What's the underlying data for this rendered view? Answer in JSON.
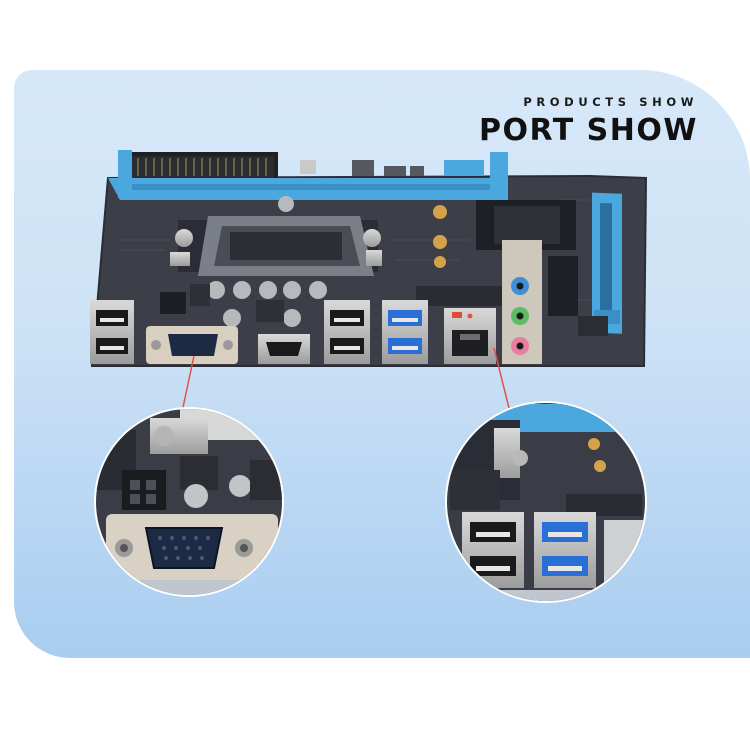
{
  "header": {
    "subtitle": "PRODUCTS SHOW",
    "title": "PORT SHOW"
  },
  "colors": {
    "panel": "#cfe3f6",
    "board": "#3c3f48",
    "slot_blue": "#4aa8df",
    "callout_line": "#e0524a",
    "audio_blue": "#3f8fd8",
    "audio_green": "#5dbb63",
    "audio_pink": "#e67ea0"
  },
  "icons": [
    "vga-port",
    "hdmi-port",
    "usb-port",
    "usb3-port",
    "ethernet-port",
    "audio-jack",
    "cpu-socket",
    "ram-slot",
    "pcie-slot"
  ]
}
